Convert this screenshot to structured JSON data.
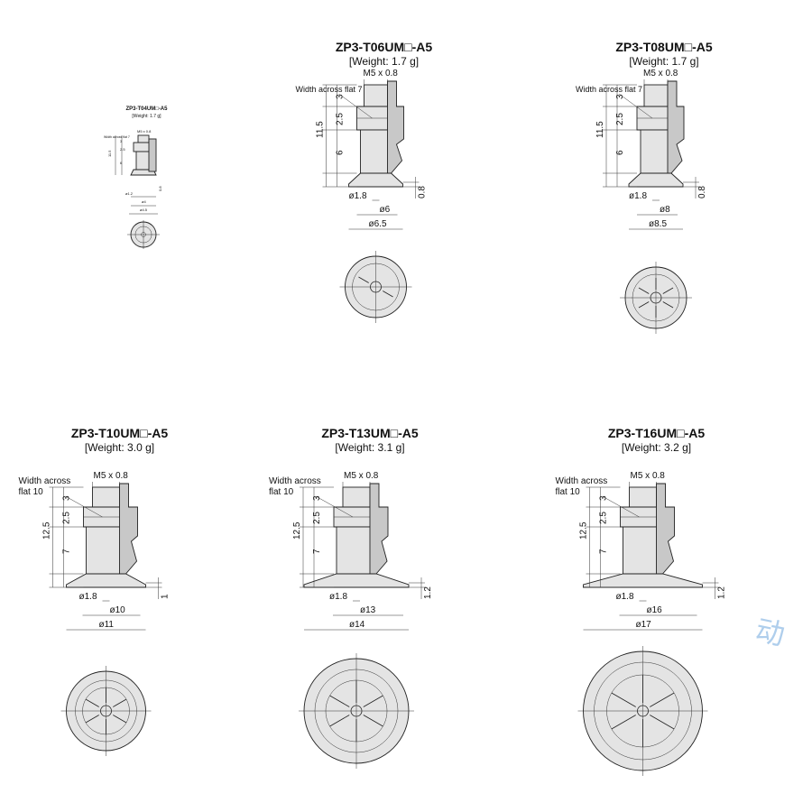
{
  "drawings": [
    {
      "id": "t04",
      "title": "ZP3-T04UM□-A5",
      "weight": "[Weight: 1.7 g]",
      "labels": {
        "thread": "M5 x 0.8",
        "flat": "Width across flat 7",
        "dim_a": "3",
        "dim_b": "2.5",
        "dim_c": "6",
        "total": "11.5",
        "hole": "ø1.2",
        "pad": "ø4",
        "outer": "ø4.5",
        "thick": "0.8"
      }
    },
    {
      "id": "t06",
      "title": "ZP3-T06UM□-A5",
      "weight": "[Weight: 1.7 g]",
      "labels": {
        "thread": "M5 x 0.8",
        "flat": "Width across flat 7",
        "dim_a": "3",
        "dim_b": "2.5",
        "dim_c": "6",
        "total": "11.5",
        "hole": "ø1.8",
        "pad": "ø6",
        "outer": "ø6.5",
        "thick": "0.8"
      }
    },
    {
      "id": "t08",
      "title": "ZP3-T08UM□-A5",
      "weight": "[Weight: 1.7 g]",
      "labels": {
        "thread": "M5 x 0.8",
        "flat": "Width across flat 7",
        "dim_a": "3",
        "dim_b": "2.5",
        "dim_c": "6",
        "total": "11.5",
        "hole": "ø1.8",
        "pad": "ø8",
        "outer": "ø8.5",
        "thick": "0.8"
      }
    },
    {
      "id": "t10",
      "title": "ZP3-T10UM□-A5",
      "weight": "[Weight: 3.0 g]",
      "labels": {
        "thread": "M5 x 0.8",
        "flat1": "Width across",
        "flat2": "flat 10",
        "dim_a": "3",
        "dim_b": "2.5",
        "dim_c": "7",
        "total": "12.5",
        "hole": "ø1.8",
        "pad": "ø10",
        "outer": "ø11",
        "thick": "1"
      }
    },
    {
      "id": "t13",
      "title": "ZP3-T13UM□-A5",
      "weight": "[Weight: 3.1 g]",
      "labels": {
        "thread": "M5 x 0.8",
        "flat1": "Width across",
        "flat2": "flat 10",
        "dim_a": "3",
        "dim_b": "2.5",
        "dim_c": "7",
        "total": "12.5",
        "hole": "ø1.8",
        "pad": "ø13",
        "outer": "ø14",
        "thick": "1.2"
      }
    },
    {
      "id": "t16",
      "title": "ZP3-T16UM□-A5",
      "weight": "[Weight: 3.2 g]",
      "labels": {
        "thread": "M5 x 0.8",
        "flat1": "Width across",
        "flat2": "flat 10",
        "dim_a": "3",
        "dim_b": "2.5",
        "dim_c": "7",
        "total": "12.5",
        "hole": "ø1.8",
        "pad": "ø16",
        "outer": "ø17",
        "thick": "1.2"
      }
    }
  ],
  "watermark": "动"
}
